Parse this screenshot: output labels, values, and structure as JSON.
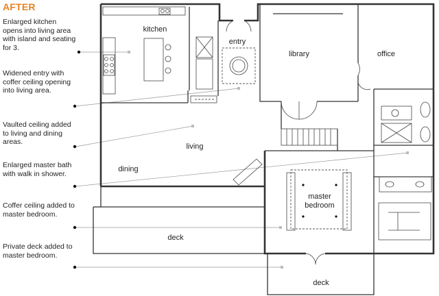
{
  "heading": "AFTER",
  "notes": [
    "Enlarged kitchen opens into living area with island and seating for 3.",
    "Widened entry with coffer ceiling opening into living area.",
    "Vaulted ceiling added to living and dining areas.",
    "Enlarged master bath with walk in shower.",
    "Coffer ceiling added to master bedroom.",
    "Private deck added to master bedroom."
  ],
  "rooms": {
    "kitchen": "kitchen",
    "entry": "entry",
    "library": "library",
    "office": "office",
    "living": "living",
    "dining": "dining",
    "master_bedroom_line1": "master",
    "master_bedroom_line2": "bedroom",
    "deck_main": "deck",
    "deck_private": "deck"
  },
  "colors": {
    "heading": "#e8821e",
    "walls": "#333333",
    "leader_lines": "#999999"
  }
}
